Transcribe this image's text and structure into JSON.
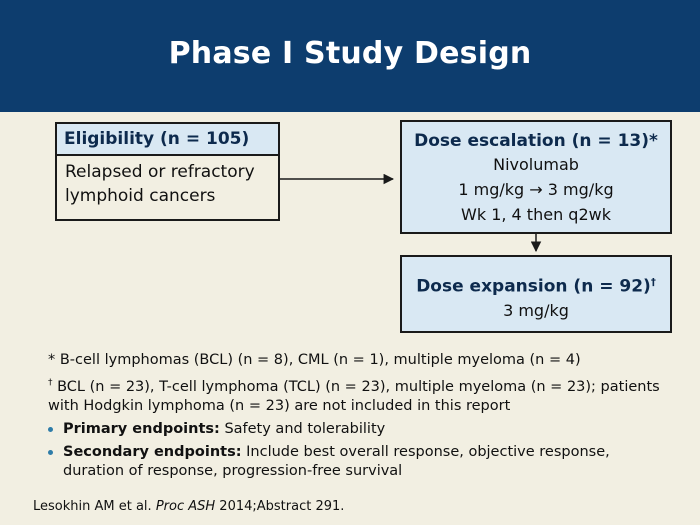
{
  "header": {
    "title": "Phase I Study Design"
  },
  "eligibility": {
    "title": "Eligibility (n = 105)",
    "lines": [
      "Relapsed or refractory",
      "lymphoid cancers"
    ]
  },
  "dose_escalation": {
    "title": "Dose escalation (n = 13)*",
    "lines": [
      "Nivolumab",
      "1 mg/kg → 3 mg/kg",
      "Wk 1, 4 then q2wk"
    ]
  },
  "dose_expansion": {
    "title": "Dose expansion (n = 92)",
    "title_mark": "†",
    "lines": [
      "3 mg/kg"
    ]
  },
  "footnotes": [
    {
      "mark": "*",
      "text": "B-cell lymphomas (BCL) (n = 8), CML (n = 1), multiple myeloma (n = 4)"
    },
    {
      "mark": "†",
      "text": "BCL (n = 23), T-cell lymphoma (TCL) (n = 23), multiple myeloma (n = 23); patients with Hodgkin lymphoma (n = 23) are not included in this report"
    }
  ],
  "bullets": [
    {
      "label": "Primary endpoints:",
      "text": "Safety and tolerability"
    },
    {
      "label": "Secondary endpoints:",
      "text": "Include best overall response, objective response, duration of response, progression-free survival"
    }
  ],
  "citation": {
    "before": "Lesokhin AM et al.",
    "journal": "Proc ASH",
    "after": "2014;Abstract 291."
  },
  "colors": {
    "header_bg": "#0d3d6e",
    "page_bg": "#f2efe2",
    "box_fill": "#d9e8f3",
    "bullet": "#2e7ca8"
  }
}
